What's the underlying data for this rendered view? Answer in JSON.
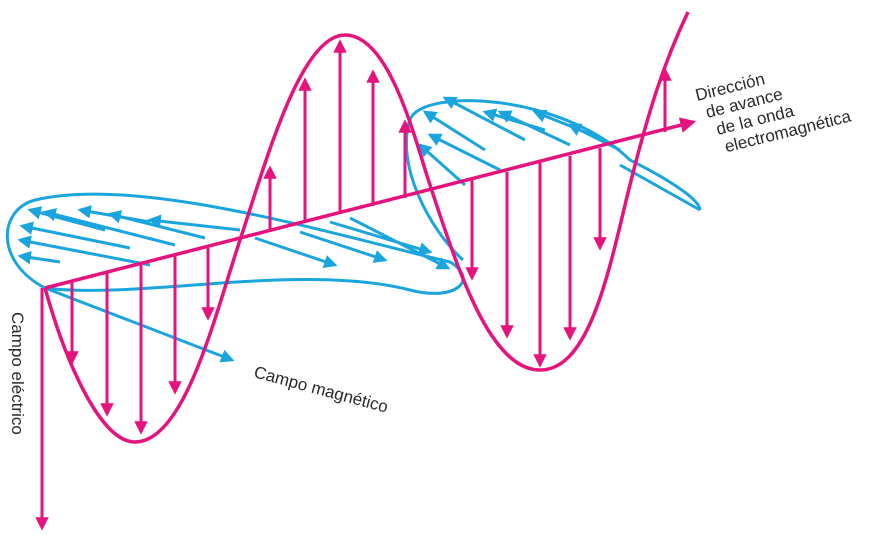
{
  "labels": {
    "direction_line1": "Dirección",
    "direction_line2": "de avance",
    "direction_line3": "de la onda",
    "direction_line4": "electromagnética",
    "magnetic_field": "Campo magnético",
    "electric_field": "Campo eléctrico"
  },
  "colors": {
    "electric": "#e6127e",
    "magnetic": "#1ba5df",
    "text": "#2a2a2a"
  }
}
